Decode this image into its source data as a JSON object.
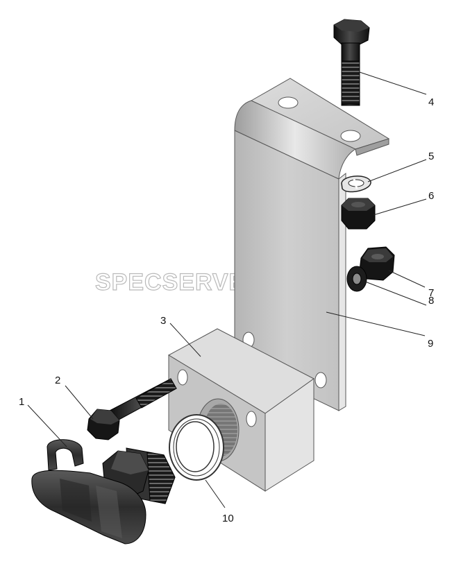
{
  "watermark": "SPECSERVER.COM",
  "callouts": [
    {
      "id": "1",
      "label": "1"
    },
    {
      "id": "2",
      "label": "2"
    },
    {
      "id": "3",
      "label": "3"
    },
    {
      "id": "4",
      "label": "4"
    },
    {
      "id": "5",
      "label": "5"
    },
    {
      "id": "6",
      "label": "6"
    },
    {
      "id": "7",
      "label": "7"
    },
    {
      "id": "8",
      "label": "8"
    },
    {
      "id": "9",
      "label": "9"
    },
    {
      "id": "10",
      "label": "10"
    }
  ],
  "colors": {
    "metal_light": "#e2e2e2",
    "metal_mid": "#c6c6c6",
    "metal_dark": "#9a9a9a",
    "hardware_black": "#1b1b1b",
    "rubber": "#3a3a3a"
  }
}
